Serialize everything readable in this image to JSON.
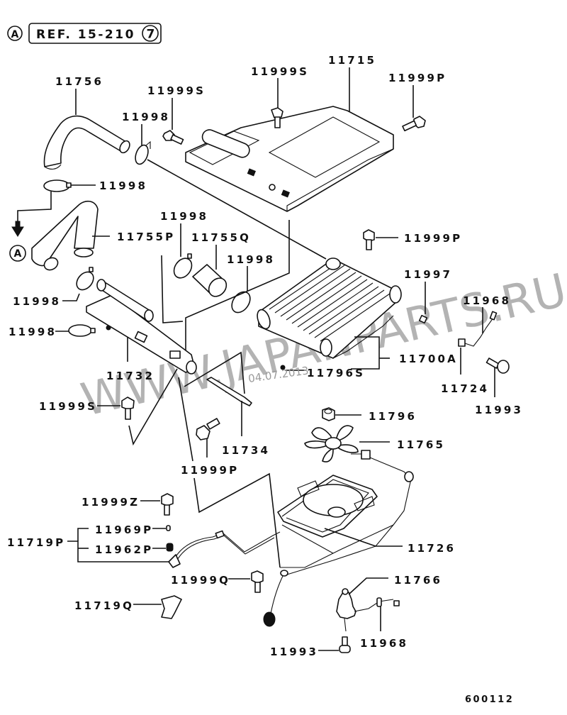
{
  "reference": {
    "marker": "A",
    "text": "REF. 15-210",
    "circle_number": "7"
  },
  "arrow_marker": "A",
  "watermark": "WWW.JAPANPARTS.RU",
  "date_stamp": "04.07.2013",
  "diagram_code": "600112",
  "labels": {
    "p11756": "11756",
    "p11999S_top": "11999S",
    "p11998_top": "11998",
    "p11999S_mid": "11999S",
    "p11715": "11715",
    "p11999P_top": "11999P",
    "p11998_clamp": "11998",
    "p11998_b": "11998",
    "p11755P": "11755P",
    "p11755Q": "11755Q",
    "p11998_c": "11998",
    "p11999P_right": "11999P",
    "p11998_left": "11998",
    "p11997": "11997",
    "p11968_right": "11968",
    "p11998_lower": "11998",
    "p11700A": "11700A",
    "p11732": "11732",
    "p11796S": "11796S",
    "p11724": "11724",
    "p11993_right": "11993",
    "p11999S_low": "11999S",
    "p11796": "11796",
    "p11765": "11765",
    "p11734": "11734",
    "p11999P_low": "11999P",
    "p11999Z": "11999Z",
    "p11726": "11726",
    "p11719P": "11719P",
    "p11969P": "11969P",
    "p11962P": "11962P",
    "p11999Q": "11999Q",
    "p11766": "11766",
    "p11719Q": "11719Q",
    "p11968_low": "11968",
    "p11993_low": "11993"
  }
}
